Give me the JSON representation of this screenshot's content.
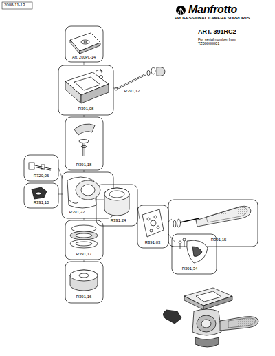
{
  "diagram": {
    "title": "ART. 391RC2",
    "labels": [
      "2008-11-13",
      "Manfrotto",
      "PROFESSIONAL CAMERA SUPPORTS",
      "For serial number from TZ00000001",
      "Art. 200PL-14",
      "R391,08",
      "R391,12",
      "R391,18",
      "R720,06",
      "R391,10",
      "R391,22",
      "R391,24",
      "R391,03",
      "R391,15",
      "R391,34",
      "R391,17",
      "R391,16"
    ]
  }
}
